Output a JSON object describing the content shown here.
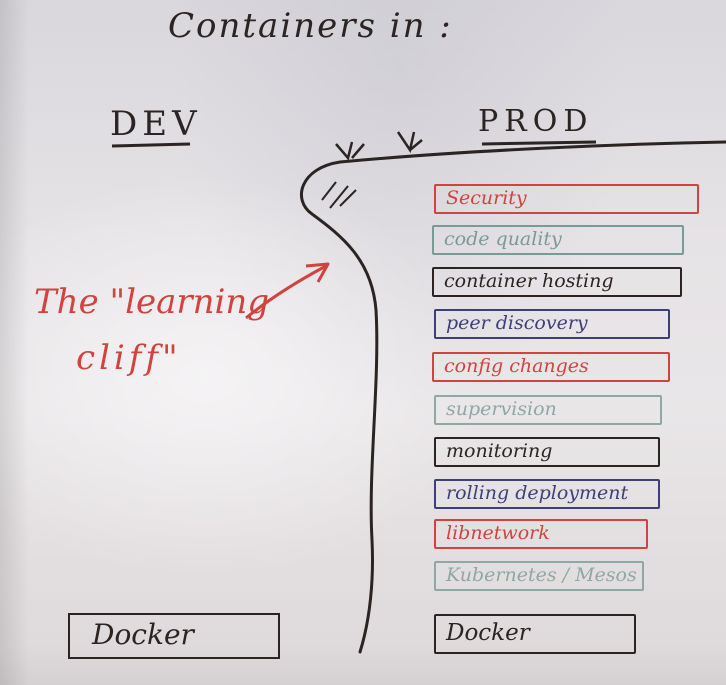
{
  "title": "Containers in :",
  "columns": {
    "dev": "DEV",
    "prod": "PROD"
  },
  "annotation": {
    "line1": "The \"learning",
    "line2": "cliff\""
  },
  "dev_stack": {
    "label": "Docker"
  },
  "prod_stack": [
    {
      "label": "Security",
      "color": "#d0433e"
    },
    {
      "label": "code quality",
      "color": "#7a9a96"
    },
    {
      "label": "container hosting",
      "color": "#2b2422"
    },
    {
      "label": "peer discovery",
      "color": "#3d3f78"
    },
    {
      "label": "config changes",
      "color": "#d0433e"
    },
    {
      "label": "supervision",
      "color": "#8fa8a4"
    },
    {
      "label": "monitoring",
      "color": "#2b2422"
    },
    {
      "label": "rolling deployment",
      "color": "#3d3f78"
    },
    {
      "label": "libnetwork",
      "color": "#d0433e"
    },
    {
      "label": "Kubernetes / Mesos",
      "color": "#8fa8a4"
    },
    {
      "label": "Docker",
      "color": "#2b2422"
    }
  ]
}
